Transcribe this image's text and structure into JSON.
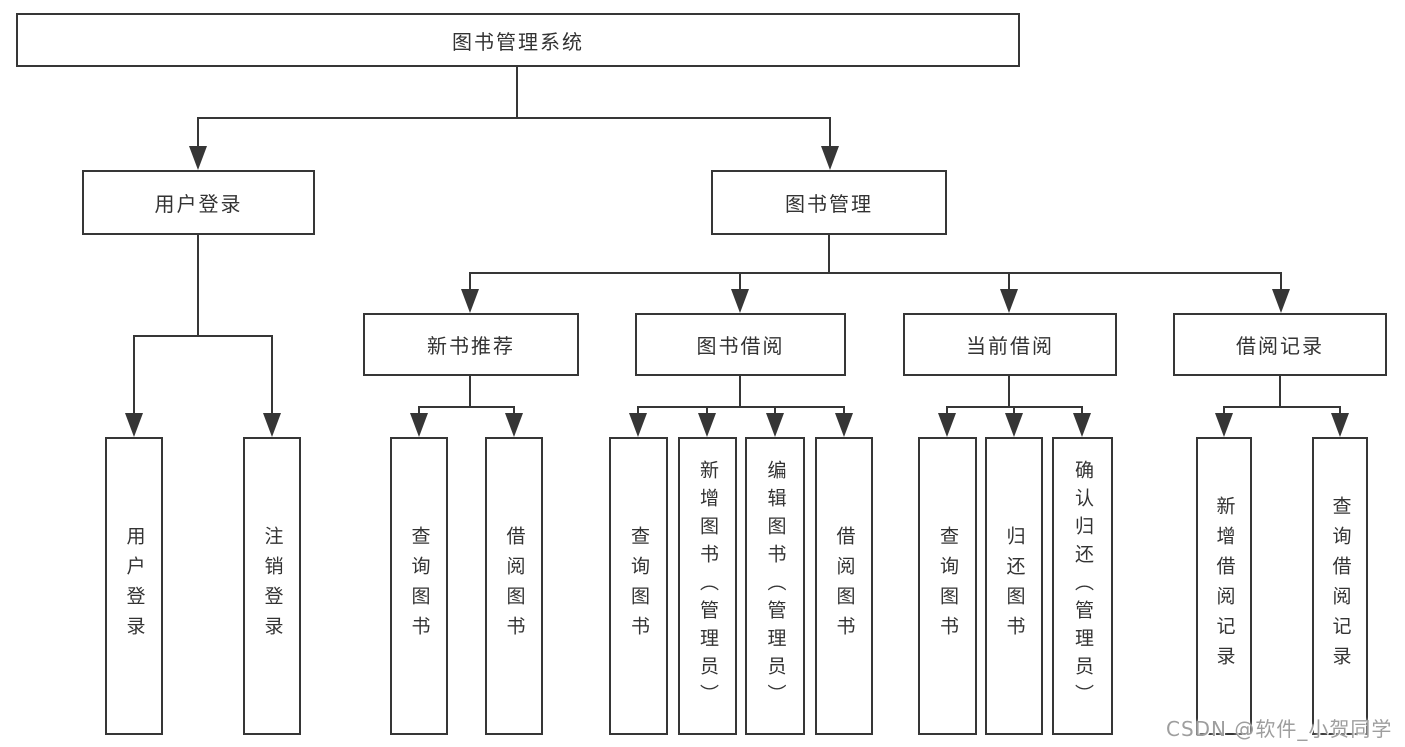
{
  "diagram": {
    "root": {
      "label": "图书管理系统"
    },
    "level2": [
      {
        "id": "user-login",
        "label": "用户登录"
      },
      {
        "id": "book-management",
        "label": "图书管理"
      }
    ],
    "level3": [
      {
        "id": "new-book-recommend",
        "label": "新书推荐",
        "parent": "图书管理"
      },
      {
        "id": "book-borrow",
        "label": "图书借阅",
        "parent": "图书管理"
      },
      {
        "id": "current-borrow",
        "label": "当前借阅",
        "parent": "图书管理"
      },
      {
        "id": "borrow-records",
        "label": "借阅记录",
        "parent": "图书管理"
      }
    ],
    "leaves": [
      {
        "id": "leaf-user-login",
        "label": "用户登录",
        "parent": "用户登录"
      },
      {
        "id": "leaf-logout",
        "label": "注销登录",
        "parent": "用户登录"
      },
      {
        "id": "leaf-query-books-1",
        "label": "查询图书",
        "parent": "新书推荐"
      },
      {
        "id": "leaf-borrow-books-1",
        "label": "借阅图书",
        "parent": "新书推荐"
      },
      {
        "id": "leaf-query-books-2",
        "label": "查询图书",
        "parent": "图书借阅"
      },
      {
        "id": "leaf-add-book-admin",
        "label": "新增图书（管理员）",
        "parent": "图书借阅"
      },
      {
        "id": "leaf-edit-book-admin",
        "label": "编辑图书（管理员）",
        "parent": "图书借阅"
      },
      {
        "id": "leaf-borrow-books-2",
        "label": "借阅图书",
        "parent": "图书借阅"
      },
      {
        "id": "leaf-query-books-3",
        "label": "查询图书",
        "parent": "当前借阅"
      },
      {
        "id": "leaf-return-book",
        "label": "归还图书",
        "parent": "当前借阅"
      },
      {
        "id": "leaf-confirm-return-admin",
        "label": "确认归还（管理员）",
        "parent": "当前借阅"
      },
      {
        "id": "leaf-add-borrow-record",
        "label": "新增借阅记录",
        "parent": "借阅记录"
      },
      {
        "id": "leaf-query-borrow-record",
        "label": "查询借阅记录",
        "parent": "借阅记录"
      }
    ],
    "watermark": "CSDN @软件_小贺同学",
    "colors": {
      "line": "#363636",
      "text": "#333333",
      "watermark": "#9e9e9e",
      "background": "#ffffff"
    }
  }
}
